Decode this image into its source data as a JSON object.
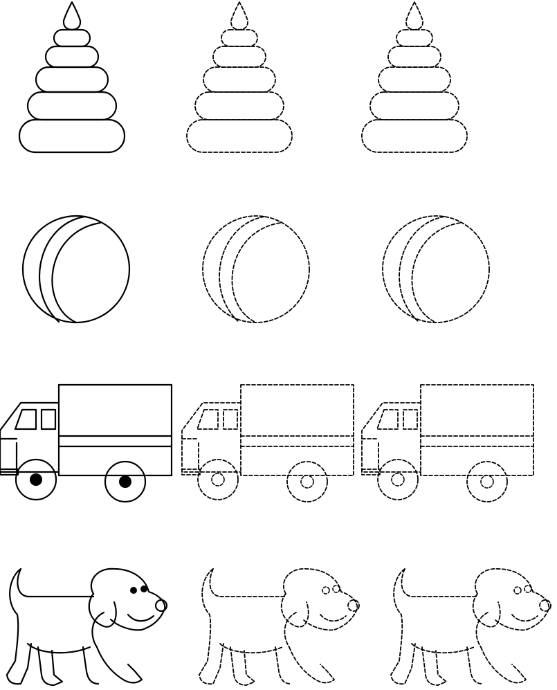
{
  "worksheet": {
    "rows": [
      {
        "name": "pyramid",
        "copies": [
          "solid",
          "dashed",
          "dashed"
        ]
      },
      {
        "name": "ball",
        "copies": [
          "solid",
          "dashed",
          "dashed"
        ]
      },
      {
        "name": "truck",
        "copies": [
          "solid",
          "dashed",
          "dashed"
        ]
      },
      {
        "name": "dog",
        "copies": [
          "solid",
          "dashed",
          "dashed"
        ]
      }
    ]
  },
  "colors": {
    "line": "#000000",
    "background": "#ffffff"
  }
}
